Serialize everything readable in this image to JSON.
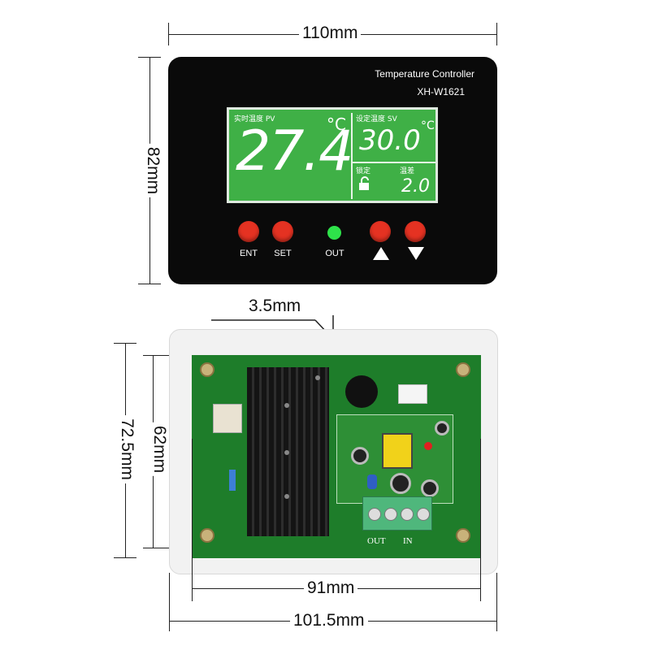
{
  "dimensions": {
    "front_width": "110mm",
    "front_height": "82mm",
    "bezel_edge": "3.5mm",
    "back_height_outer": "72.5mm",
    "back_height_inner": "62mm",
    "pcb_width": "91mm",
    "back_width": "101.5mm"
  },
  "panel": {
    "title": "Temperature Controller",
    "model": "XH-W1621"
  },
  "lcd": {
    "pv_label": "实时温度 PV",
    "pv_value": "27.4",
    "pv_unit": "°C",
    "sv_label": "设定温度 SV",
    "sv_value": "30.0",
    "sv_unit": "°C",
    "lock_label": "锁定",
    "diff_label": "温差",
    "diff_value": "2.0"
  },
  "buttons": {
    "ent": "ENT",
    "set": "SET",
    "out": "OUT"
  },
  "board": {
    "out_label": "OUT",
    "in_label": "IN"
  },
  "colors": {
    "panel": "#0a0a0a",
    "lcd": "#3fb046",
    "button": "#e53222",
    "led": "#2ee24a",
    "pcb": "#1e7d2a"
  }
}
